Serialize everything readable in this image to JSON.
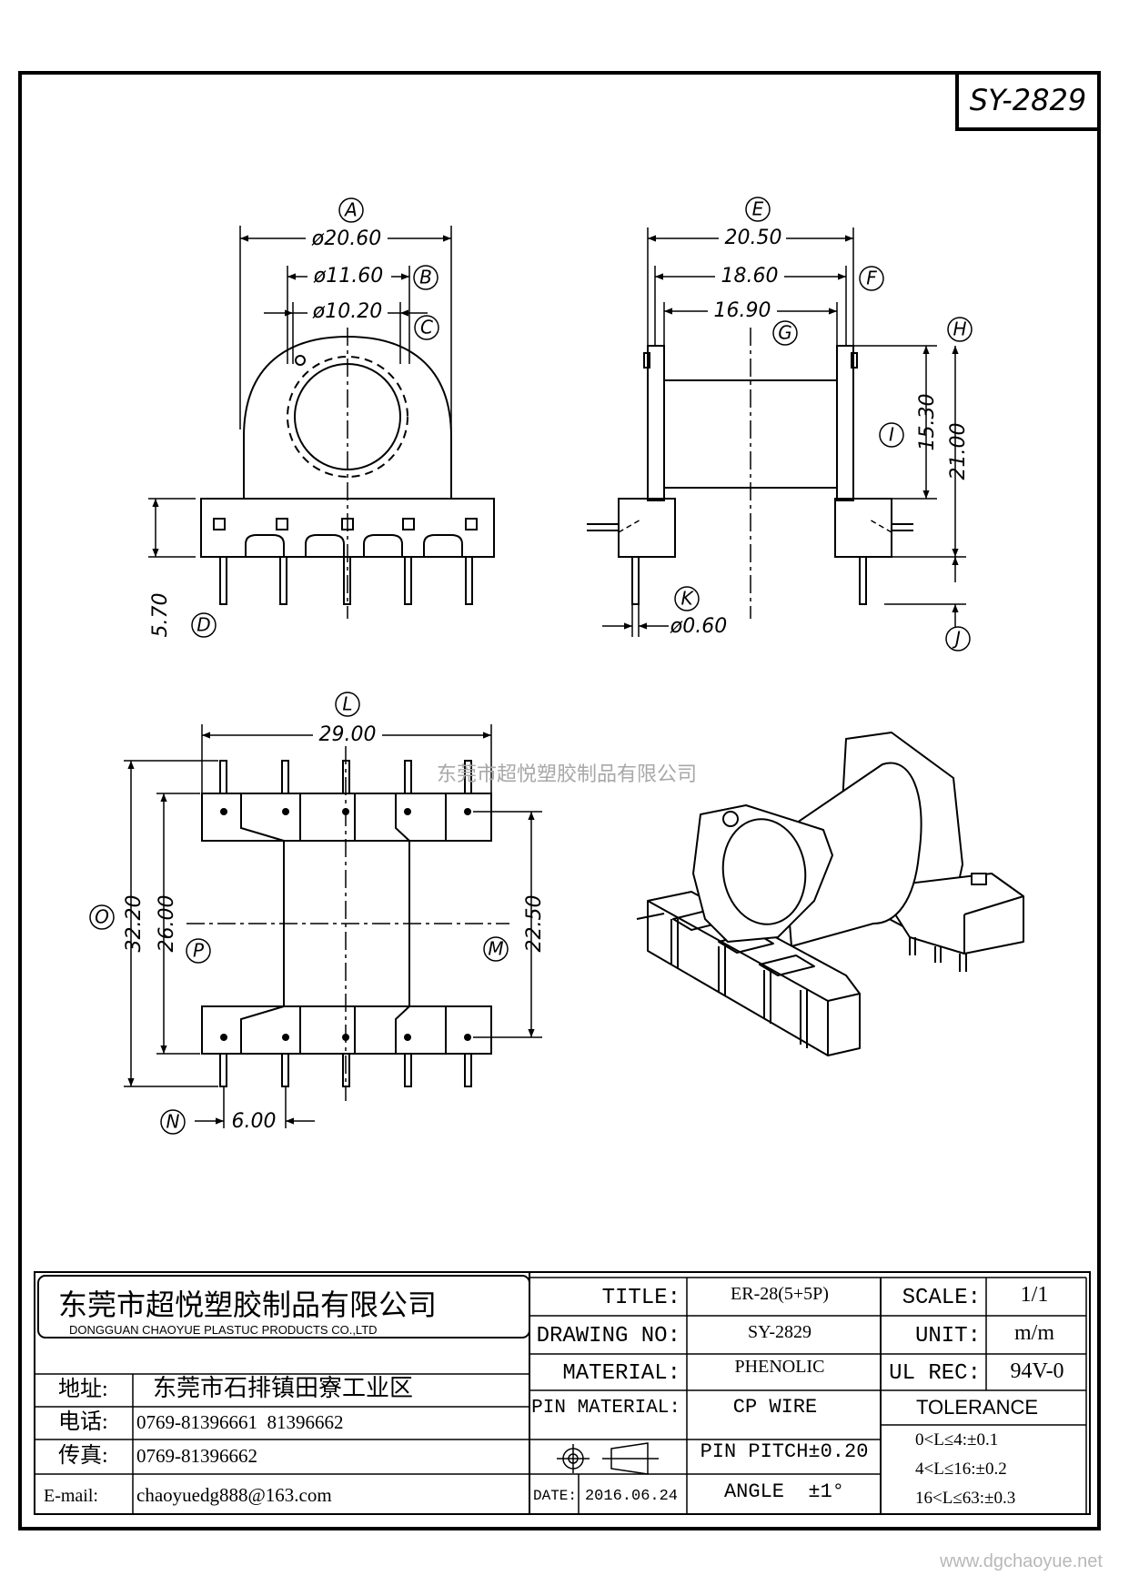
{
  "part_code": "SY-2829",
  "watermark": "东莞市超悦塑胶制品有限公司",
  "footer_url": "www.dgchaoyue.net",
  "dimensions": {
    "A": {
      "letter": "A",
      "value": "ø20.60"
    },
    "B": {
      "letter": "B",
      "value": "ø11.60"
    },
    "C": {
      "letter": "C",
      "value": "ø10.20"
    },
    "D": {
      "letter": "D",
      "value": "5.70"
    },
    "E": {
      "letter": "E",
      "value": "20.50"
    },
    "F": {
      "letter": "F",
      "value": "18.60"
    },
    "G": {
      "letter": "G",
      "value": "16.90"
    },
    "H": {
      "letter": "H",
      "value": "21.00"
    },
    "I": {
      "letter": "I",
      "value": "15.30"
    },
    "J": {
      "letter": "J"
    },
    "K": {
      "letter": "K",
      "value": "ø0.60"
    },
    "L": {
      "letter": "L",
      "value": "29.00"
    },
    "M": {
      "letter": "M",
      "value": "22.50"
    },
    "N": {
      "letter": "N",
      "value": "6.00"
    },
    "O": {
      "letter": "O",
      "value": "32.20"
    },
    "P": {
      "letter": "P",
      "value": "26.00"
    }
  },
  "title_block": {
    "company_cn": "东莞市超悦塑胶制品有限公司",
    "company_en": "DONGGUAN CHAOYUE PLASTUC PRODUCTS CO.,LTD",
    "address_label": "地址:",
    "address": "东莞市石排镇田寮工业区",
    "phone_label": "电话:",
    "phone": "0769-81396661  81396662",
    "fax_label": "传真:",
    "fax": "0769-81396662",
    "email_label": "E-mail:",
    "email": "chaoyuedg888@163.com",
    "title_label": "TITLE:",
    "title": "ER-28(5+5P)",
    "drawing_no_label": "DRAWING NO:",
    "drawing_no": "SY-2829",
    "material_label": "MATERIAL:",
    "material": "PHENOLIC",
    "pin_material_label": "PIN MATERIAL:",
    "pin_material": "CP WIRE",
    "pin_pitch": "PIN PITCH±0.20",
    "date_label": "DATE:",
    "date": "2016.06.24",
    "angle": "ANGLE  ±1°",
    "scale_label": "SCALE:",
    "scale": "1/1",
    "unit_label": "UNIT:",
    "unit": "m/m",
    "ul_rec_label": "UL REC:",
    "ul_rec": "94V-0",
    "tolerance_label": "TOLERANCE",
    "tolerance_1": "0<L≤4:±0.1",
    "tolerance_2": "4<L≤16:±0.2",
    "tolerance_3": "16<L≤63:±0.3"
  }
}
